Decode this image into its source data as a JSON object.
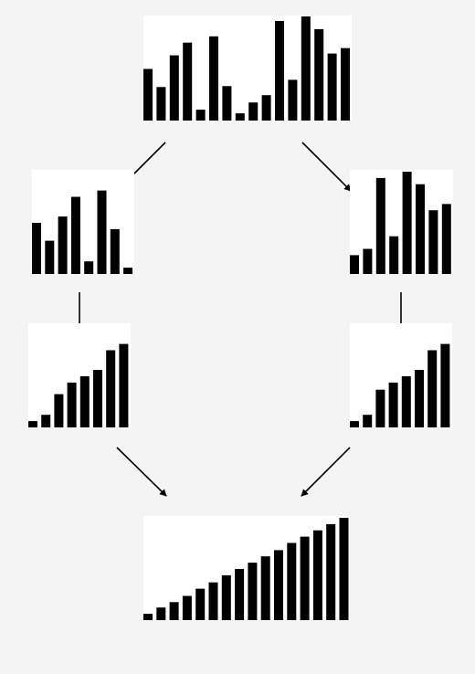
{
  "colors": {
    "background": "#f4f4f4",
    "panel": "#ffffff",
    "bar": "#000000",
    "arrow": "#000000"
  },
  "diagram": {
    "type": "merge-sort-illustration",
    "panels": [
      {
        "id": "unsorted-full",
        "values": [
          57,
          37,
          72,
          86,
          12,
          93,
          38,
          8,
          20,
          28,
          110,
          45,
          115,
          101,
          74,
          80
        ]
      },
      {
        "id": "left-half",
        "values": [
          57,
          37,
          64,
          86,
          14,
          93,
          50,
          7
        ]
      },
      {
        "id": "right-half",
        "values": [
          21,
          28,
          107,
          42,
          114,
          100,
          71,
          78
        ]
      },
      {
        "id": "left-half-sorted",
        "values": [
          7,
          14,
          37,
          50,
          57,
          64,
          86,
          93
        ]
      },
      {
        "id": "right-half-sorted",
        "values": [
          7,
          14,
          42,
          50,
          57,
          64,
          86,
          93
        ]
      },
      {
        "id": "merged-sorted",
        "values": [
          7,
          14,
          20,
          27,
          35,
          42,
          50,
          57,
          64,
          71,
          78,
          86,
          93,
          100,
          107,
          114
        ]
      }
    ],
    "arrows": [
      {
        "id": "split-left",
        "from": "unsorted-full",
        "to": "left-half"
      },
      {
        "id": "split-right",
        "from": "unsorted-full",
        "to": "right-half"
      },
      {
        "id": "sort-left",
        "from": "left-half",
        "to": "left-half-sorted"
      },
      {
        "id": "sort-right",
        "from": "right-half",
        "to": "right-half-sorted"
      },
      {
        "id": "merge-left",
        "from": "left-half-sorted",
        "to": "merged-sorted"
      },
      {
        "id": "merge-right",
        "from": "right-half-sorted",
        "to": "merged-sorted"
      }
    ]
  }
}
